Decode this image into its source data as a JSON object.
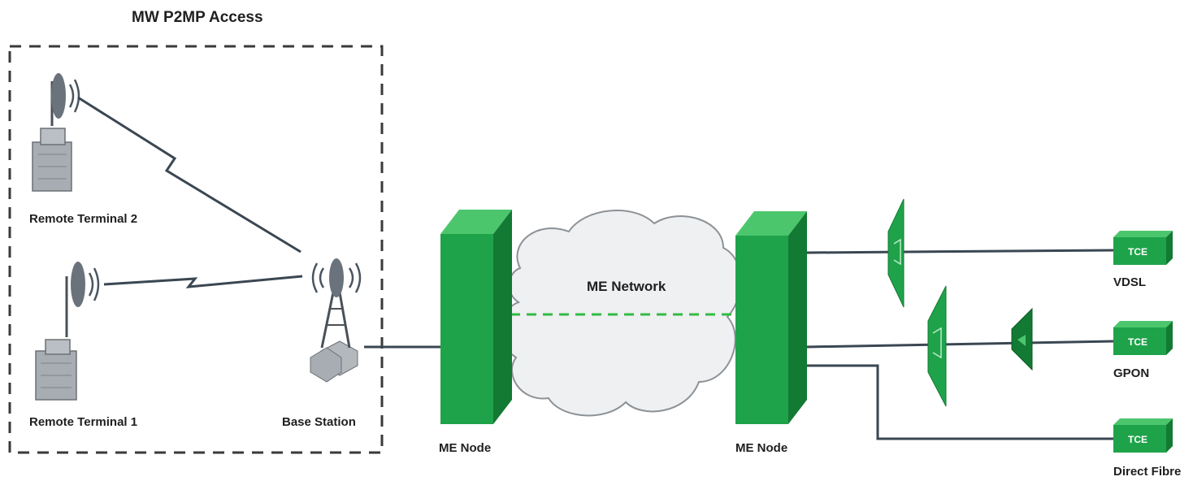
{
  "diagram": {
    "section_title": "MW P2MP Access",
    "remote_terminal_2": "Remote Terminal 2",
    "remote_terminal_1": "Remote Terminal 1",
    "base_station": "Base Station",
    "me_network": "ME Network",
    "me_node_left": "ME Node",
    "me_node_right": "ME Node",
    "tce_vdsl": "TCE",
    "tce_gpon": "TCE",
    "tce_fibre": "TCE",
    "vdsl": "VDSL",
    "gpon": "GPON",
    "direct_fibre": "Direct Fibre"
  },
  "colors": {
    "node_green": "#1fa34a",
    "node_green_light": "#4cc66c",
    "node_green_dark": "#127a33",
    "link": "#3a4752",
    "dash_green": "#33bb44",
    "building": "#9aa0a6"
  }
}
